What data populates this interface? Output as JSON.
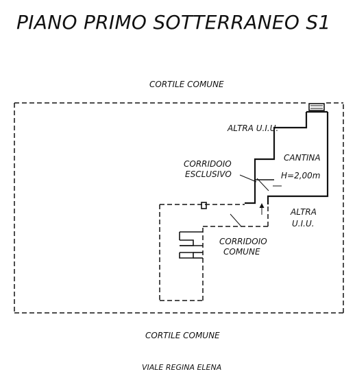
{
  "title": "PIANO PRIMO SOTTERRANEO S1",
  "labels": {
    "cortile_top": "CORTILE COMUNE",
    "cortile_bottom": "CORTILE COMUNE",
    "viale": "VIALE REGINA ELENA",
    "altra_uiu_1": "ALTRA U.I.U.",
    "cantina": "CANTINA",
    "cantina_height": "H=2,00m",
    "corridoio_esclusivo_1": "CORRIDOIO",
    "corridoio_esclusivo_2": "ESCLUSIVO",
    "altra_uiu_2a": "ALTRA",
    "altra_uiu_2b": "U.I.U.",
    "corridoio_comune_1": "CORRIDOIO",
    "corridoio_comune_2": "COMUNE"
  },
  "colors": {
    "ink": "#111111",
    "background": "#ffffff"
  }
}
